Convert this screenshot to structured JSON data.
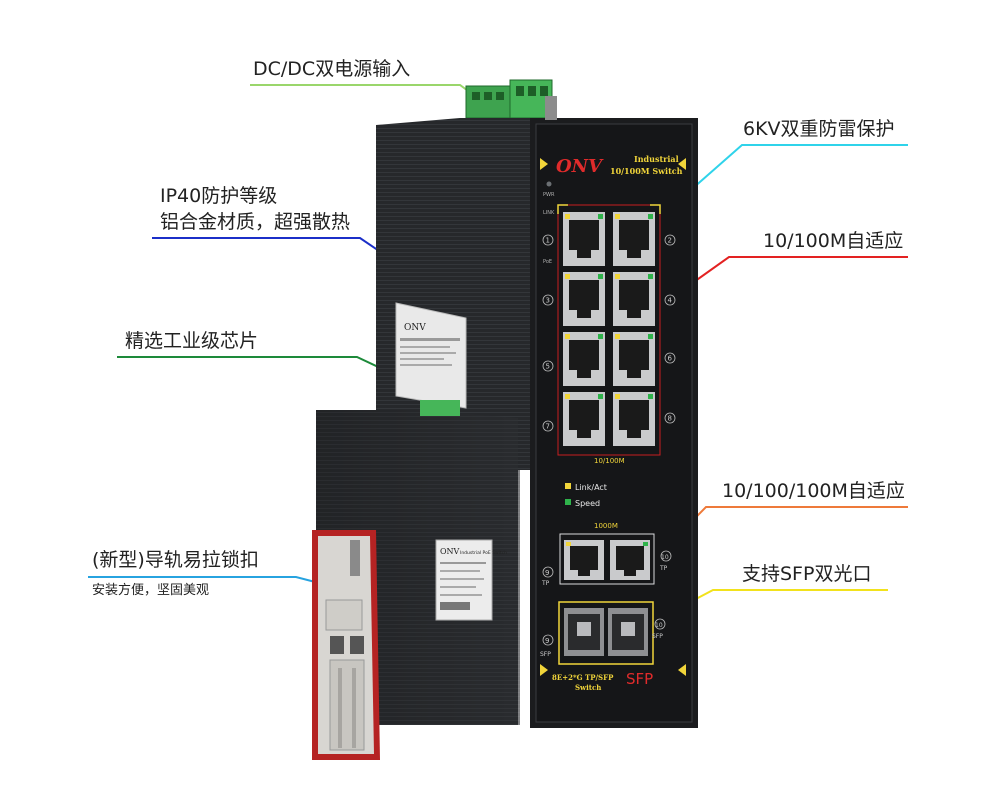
{
  "callouts": {
    "power": "DC/DC双电源输入",
    "surge": "6KV双重防雷保护",
    "ip40_line1": "IP40防护等级",
    "ip40_line2": "铝合金材质，超强散热",
    "adaptive_10_100": "10/100M自适应",
    "chip": "精选工业级芯片",
    "adaptive_10_100_1000": "10/100/100M自适应",
    "din_rail_line1": "(新型)导轨易拉锁扣",
    "din_rail_line2": "安装方便，坚固美观",
    "sfp": "支持SFP双光口"
  },
  "device": {
    "brand": "ONV",
    "product_line1": "Industrial",
    "product_line2": "10/100M Switch",
    "pwr_label": "PWR",
    "link_label": "LINK",
    "poe_label": "PoE",
    "port_group_label": "10/100M",
    "legend_link": "Link/Act",
    "legend_speed": "Speed",
    "gigabit_label": "1000M",
    "tp_label": "TP",
    "sfp_label": "SFP",
    "bottom_label_line1": "8E+2*G TP/SFP",
    "bottom_label_line2": "Switch",
    "bottom_sfp_logo": "SFP",
    "sticker_brand": "ONV",
    "sticker_title": "Industrial PoE Switch",
    "port_numbers": [
      "1",
      "2",
      "3",
      "4",
      "5",
      "6",
      "7",
      "8",
      "9",
      "10"
    ]
  },
  "colors": {
    "power_line": "#9ad66b",
    "surge_line": "#2fd3ea",
    "ip40_line": "#1b2fc8",
    "adaptive_line": "#e32222",
    "chip_line": "#1d8a3a",
    "gigabit_line": "#ee7a3a",
    "din_line": "#27a3e0",
    "sfp_line": "#f2e21c"
  }
}
